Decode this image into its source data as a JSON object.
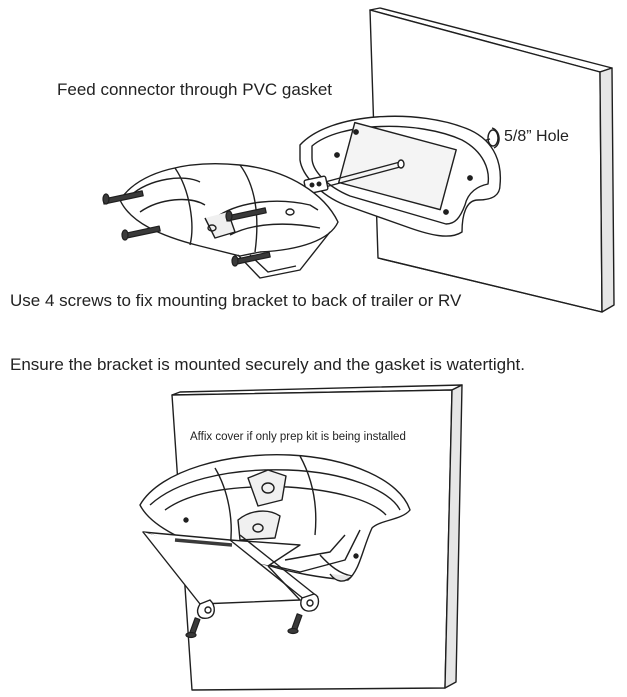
{
  "labels": {
    "feed_connector": "Feed connector through PVC gasket",
    "hole_size": "5/8” Hole",
    "screws_instruction": "Use 4 screws to fix mounting bracket to back of trailer or RV",
    "ensure_instruction": "Ensure the bracket is mounted securely and the gasket is watertight.",
    "affix_cover": "Affix cover if only prep kit is being installed"
  },
  "colors": {
    "line": "#1f1f1f",
    "shade": "#d8d8d8",
    "dark": "#3a3a3a",
    "background": "#ffffff"
  }
}
